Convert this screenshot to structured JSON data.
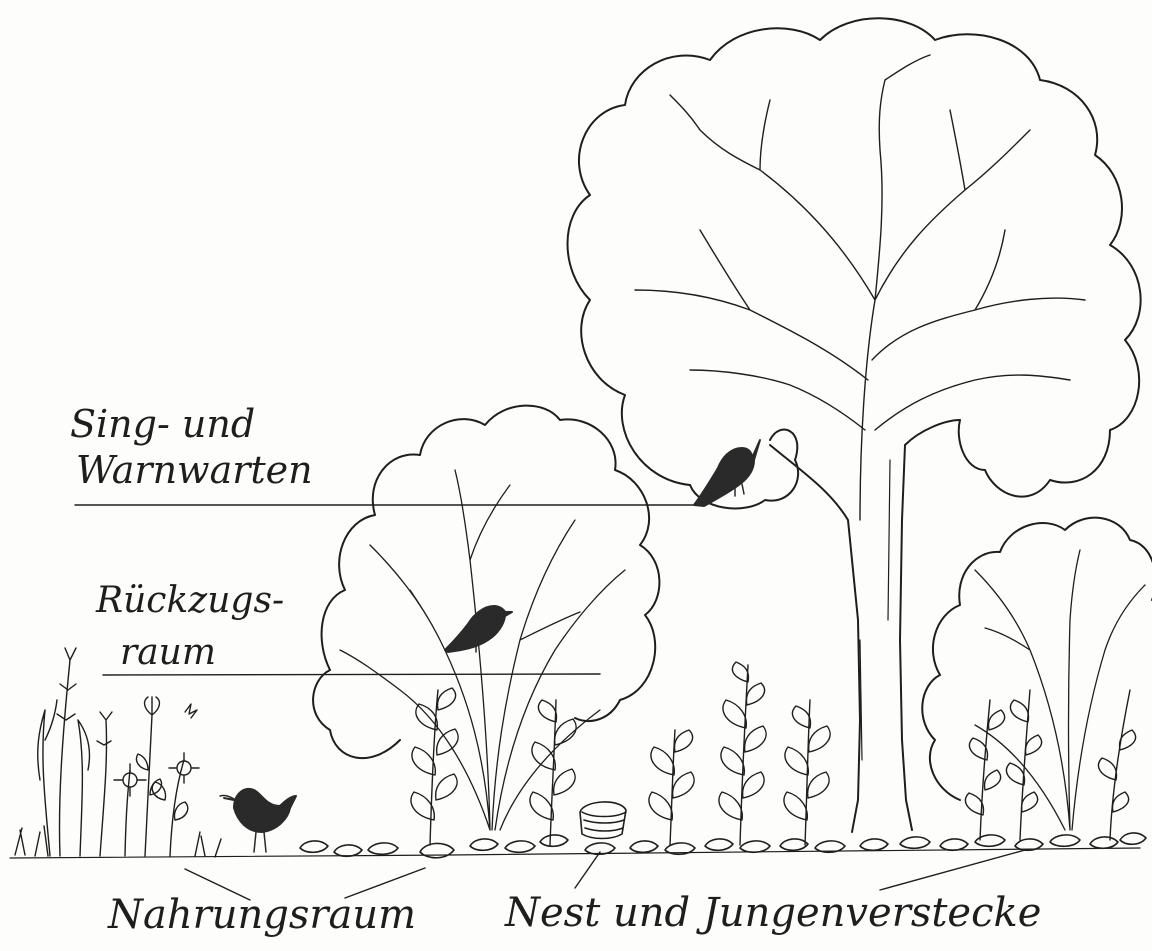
{
  "labels": {
    "sing_line1": "Sing- und",
    "sing_line2": "Warnwarten",
    "rueckzug_line1": "Rückzugs-",
    "rueckzug_line2": "raum",
    "nahrung": "Nahrungsraum",
    "nest": "Nest und Jungenverstecke"
  },
  "colors": {
    "ink": "#1e1e1e",
    "paper": "#fdfdfb",
    "bird": "#2a2a2a"
  }
}
